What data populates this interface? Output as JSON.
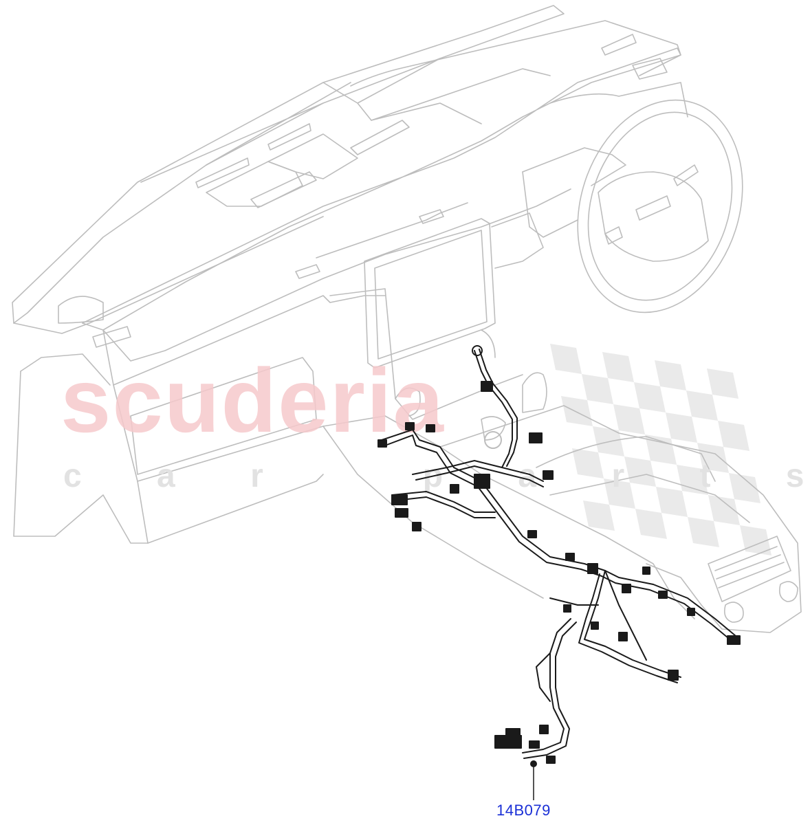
{
  "watermark": {
    "brand": "scuderia",
    "subline": "c a r   p a r t s",
    "brand_color": "#f6c9cc",
    "checker_color": "#e3e3e3"
  },
  "callout": {
    "part_number": "14B079",
    "color": "#1a2fd6"
  },
  "drawing": {
    "line_color": "#bdbdbd",
    "harness_color": "#1a1a1a"
  }
}
